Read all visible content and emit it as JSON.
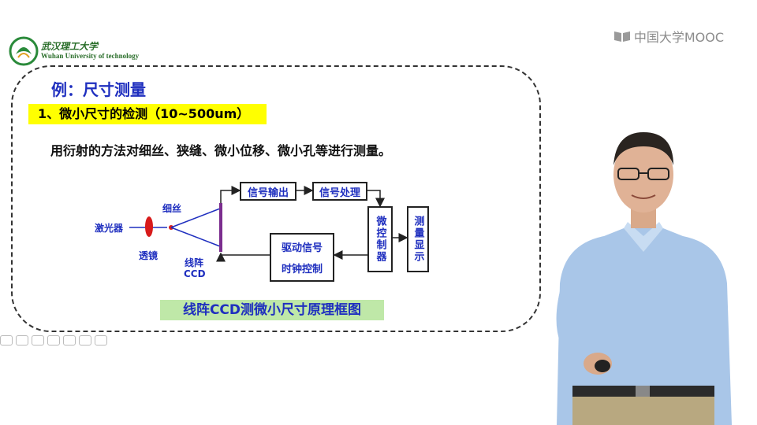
{
  "header": {
    "university_cn": "武汉理工大学",
    "university_en": "Wuhan University of technology",
    "platform": "中国大学MOOC"
  },
  "slide": {
    "title": "例：尺寸测量",
    "subtitle": "1、微小尺寸的检测（10~500um）",
    "description": "用衍射的方法对细丝、狭缝、微小位移、微小孔等进行测量。",
    "caption": "线阵CCD测微小尺寸原理框图"
  },
  "diagram": {
    "laser": "激光器",
    "lens": "透镜",
    "wire": "细丝",
    "ccd_line1": "线阵",
    "ccd_line2": "CCD",
    "signal_out": "信号输出",
    "signal_proc": "信号处理",
    "mcu": "微控制器",
    "display": "测量显示",
    "driver_line1": "驱动信号",
    "driver_line2": "时钟控制"
  },
  "colors": {
    "label_blue": "#1f2fbf",
    "highlight_yellow": "#ffff00",
    "caption_green": "#bfe8a8",
    "lens_red": "#d81b1b",
    "ccd_purple": "#7b2d8e"
  }
}
